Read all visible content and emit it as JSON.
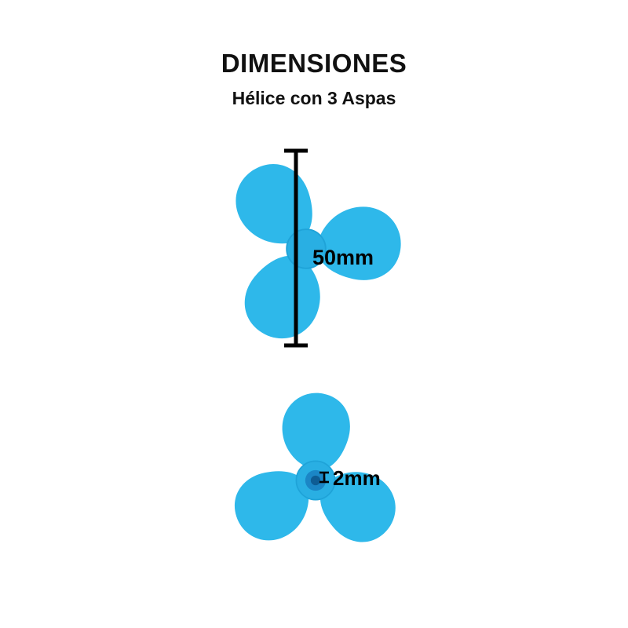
{
  "header": {
    "title": "DIMENSIONES",
    "subtitle": "Hélice con 3 Aspas"
  },
  "diagram": {
    "diameter_measurement": {
      "label": "50mm"
    },
    "shaft_hole_measurement": {
      "label": "2mm"
    }
  },
  "colors": {
    "blade_blue": "#2EB8EA",
    "hub_blue": "#29AFE3",
    "hub_ring_blue": "#1B86C6",
    "hub_hole_blue": "#0E5C94",
    "measure_color": "#000000",
    "background": "#FFFFFF"
  }
}
